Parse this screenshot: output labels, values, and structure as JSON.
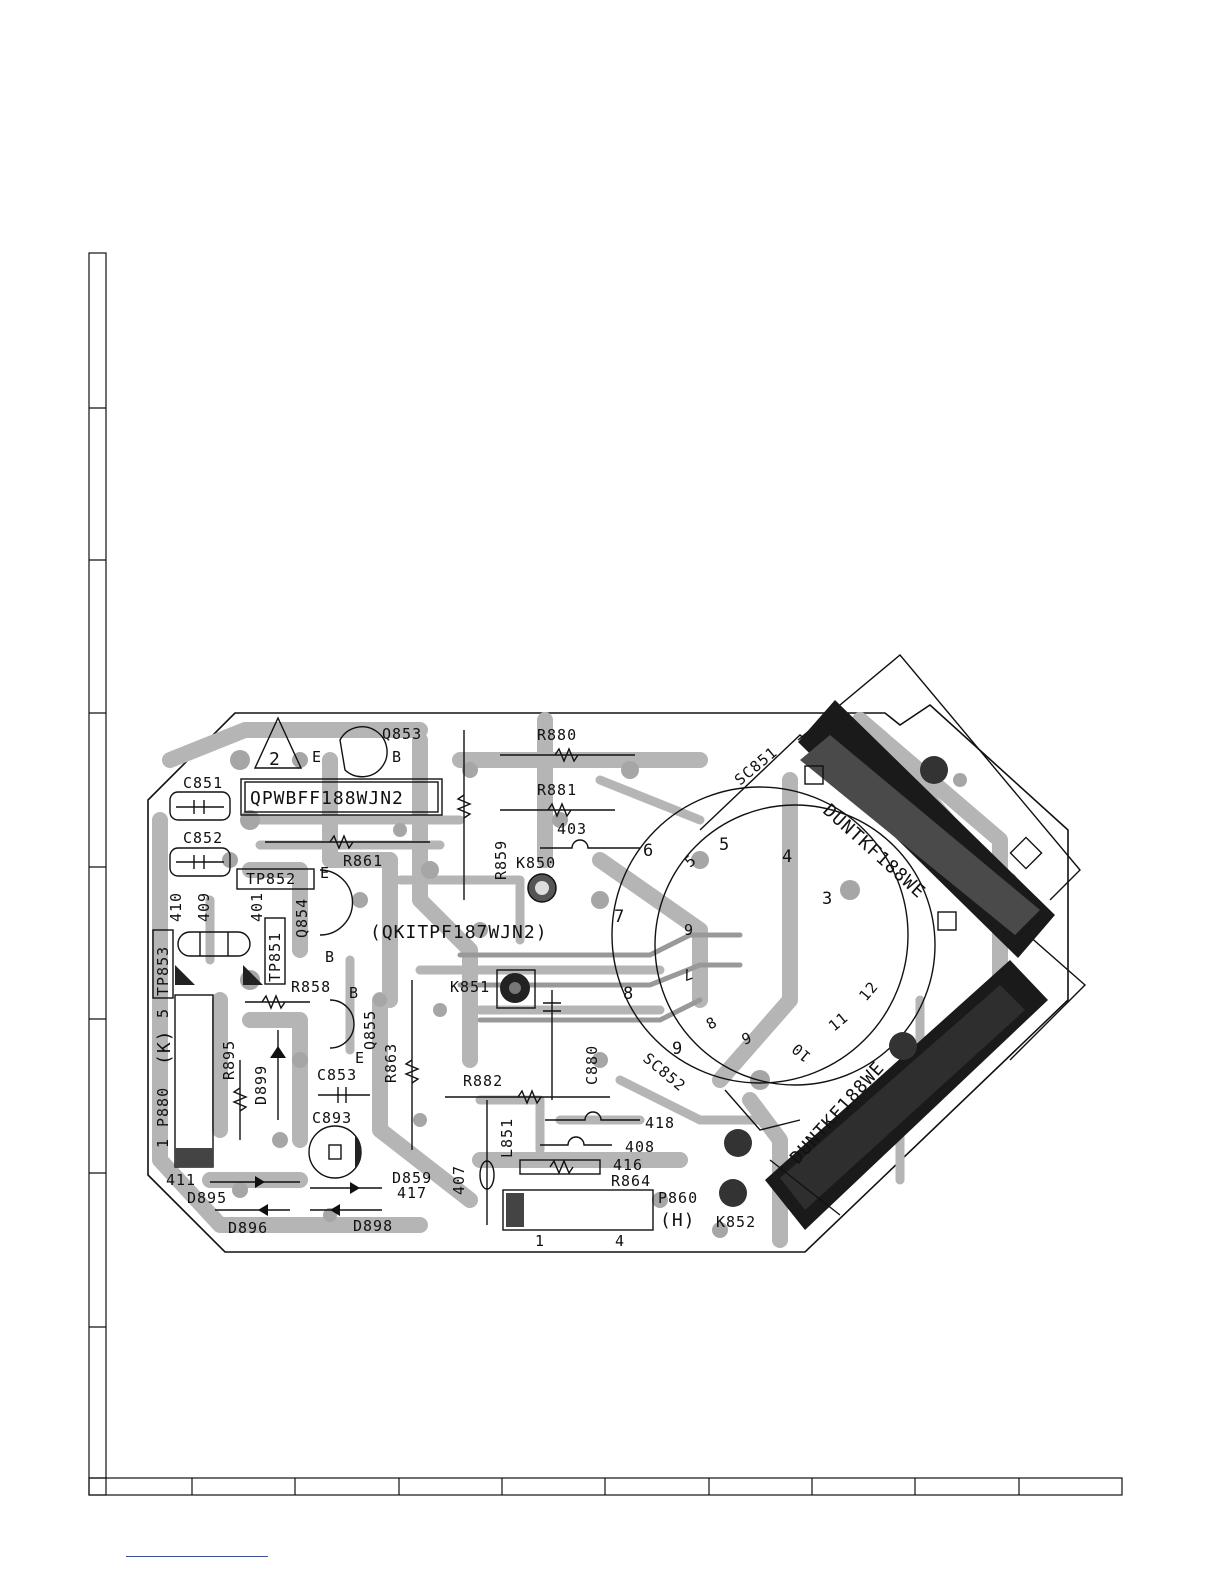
{
  "board": {
    "part_number": "QPWBFF188WJN2",
    "kit_number": "(QKITPF187WJN2)",
    "revision_mark": "2"
  },
  "components": {
    "C851": "C851",
    "C852": "C852",
    "C853": "C853",
    "C893": "C893",
    "C880": "C880",
    "Q853": "Q853",
    "Q854": "Q854",
    "Q855": "Q855",
    "R880": "R880",
    "R881": "R881",
    "R861": "R861",
    "R859": "R859",
    "R858": "R858",
    "R895": "R895",
    "R863": "R863",
    "R882": "R882",
    "R864": "R864",
    "K850": "K850",
    "K851": "K851",
    "K852": "K852",
    "TP851": "TP851",
    "TP852": "TP852",
    "TP853": "TP853",
    "D895": "D895",
    "D896": "D896",
    "D898": "D898",
    "D899": "D899",
    "D859": "D859",
    "L851": "L851",
    "P880": "P880",
    "P880_suffix": "(K)",
    "P860": "P860",
    "P860_suffix": "(H)",
    "SC851": "SC851",
    "SC852": "SC852",
    "DUNTKF188WE_a": "DUNTKF188WE",
    "DUNTKF188WE_b": "DUNTKF188WE"
  },
  "pin_labels": {
    "E": "E",
    "B": "B",
    "p1": "1",
    "p4": "4",
    "p5": "5"
  },
  "jumpers": [
    "403",
    "410",
    "409",
    "401",
    "411",
    "417",
    "407",
    "418",
    "408",
    "416"
  ],
  "sc851_pins": [
    "3",
    "4",
    "5",
    "6",
    "7",
    "8",
    "9",
    "5"
  ],
  "sc852_pins": [
    "6",
    "7",
    "8",
    "9",
    "10",
    "11",
    "12"
  ]
}
